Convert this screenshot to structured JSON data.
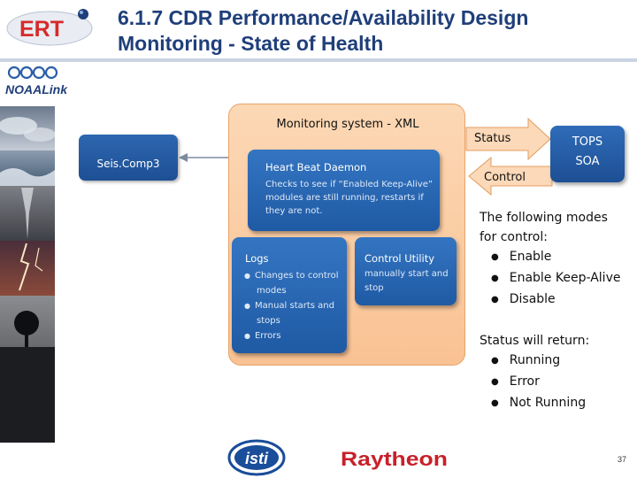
{
  "header": {
    "title_line1": "6.1.7 CDR Performance/Availability Design",
    "title_line2": "Monitoring - State of Health",
    "ert_logo_text": "ERT",
    "noaa_logo_text": "NOAALink"
  },
  "diagram": {
    "monitoring_title": "Monitoring system - XML",
    "seiscomp_label": "Seis.Comp3",
    "heartbeat": {
      "title": "Heart Beat Daemon",
      "description": "Checks to see if “Enabled Keep-Alive” modules are still running, restarts if they are not."
    },
    "logs": {
      "title": "Logs",
      "items": [
        "Changes to control modes",
        "Manual starts and stops",
        "Errors"
      ]
    },
    "control_utility": {
      "title": "Control Utility",
      "description": "manually start and stop"
    },
    "status_label": "Status",
    "control_label": "Control",
    "tops_line1": "TOPS",
    "tops_line2": "SOA"
  },
  "modes": {
    "heading_line1": "The following modes",
    "heading_line2": "for control:",
    "items": [
      "Enable",
      "Enable Keep-Alive",
      "Disable"
    ]
  },
  "status_returns": {
    "heading": "Status will return:",
    "items": [
      "Running",
      "Error",
      "Not Running"
    ]
  },
  "footer": {
    "isti_logo_text": "isti",
    "raytheon_logo_text": "Raytheon",
    "page_number": "37"
  },
  "colors": {
    "title_blue": "#1f3f7a",
    "box_blue": "#2a66b2",
    "panel_orange": "#fbd1aa",
    "arrow_fill": "#fcd9b8",
    "ert_red": "#d62a2a",
    "raytheon_red": "#c8202a",
    "isti_blue": "#1a4d9a"
  }
}
